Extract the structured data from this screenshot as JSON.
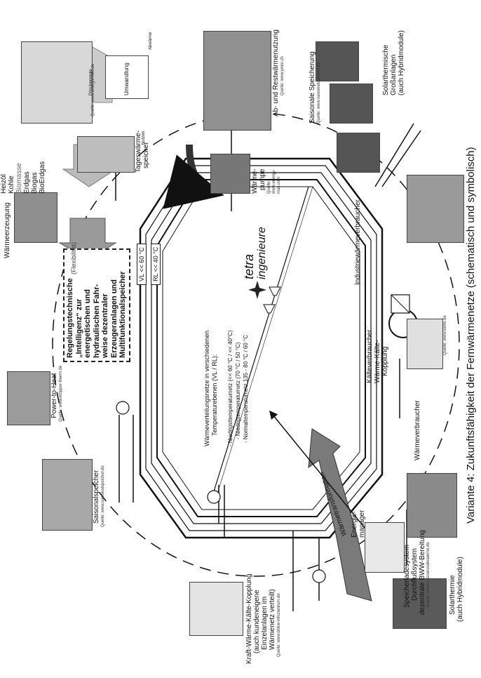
{
  "caption": "Variante 4: Zukunftsfähigkeit der Fernwärmenetze (schematisch und symbolisch)",
  "logo": {
    "line1": "tetra",
    "line2": "ingenieure"
  },
  "center_text": {
    "title1": "Wärmeverteilungsnetze in verschiedenen",
    "title2": "Temperaturebenen (VL / RL):",
    "item1": "- Niedrigsttemperaturnetz (<< 60 °C / << 40°C)",
    "item2": "- Niedrigtemperaturnetz (70 °C / 50 °C)",
    "item3": "- Normaltemperaturnetz 135 - 80 °C / 60 °C"
  },
  "vl_label": "VL << 60 °C",
  "rl_label": "RL << 40 °C",
  "arrow_label": "Wärmetransformation",
  "control_box": {
    "l1": "Regelungstechnische",
    "l2": "„Intelligenz“ zur",
    "l3": "energetischen und",
    "l4": "hydraulischen Fahr-",
    "l5": "weise dezentraler",
    "l6": "Erzeugeranlagen und",
    "l7": "Multifunktionalspeicher",
    "overlay": "(Flexibilität)"
  },
  "labels": {
    "waermeerzeugung": "Wärmeerzeugung",
    "fuels": [
      "Heizöl",
      "Kohle",
      "Biomasse",
      "Erdgas",
      "Biogas",
      "BioErdgas"
    ],
    "energie_quelle": "Quelle: www.energie-info.de",
    "tageswaerme_1": "Tageswärme-",
    "tageswaerme_2": "speicher",
    "umwandlung": "Umwandlung",
    "primaerenergie": "Primärenergie",
    "nutzen": "Nutzen",
    "abwaerme": "Abwärme",
    "abwaerme_title": "Ab- und Restwärmenutzung",
    "abwaerme_quelle": "Quelle: www.jenni.ch",
    "wp_1": "Wärme-",
    "wp_2": "pumpe",
    "wp_quelle_1": "Quelle:",
    "wp_quelle_2": "www.energy-",
    "wp_quelle_3": "mac.com",
    "saisonale_speicherung": "Saisonale Speicherung",
    "saisonale_speicherung_quelle": "Quelle: www.saisonalspeicher.de",
    "solar_gross_1": "Solarthermische",
    "solar_gross_2": "Großanlagen",
    "solar_gross_3": "(auch Hybridmodule)",
    "industrie": "Industriewärmeverbraucher",
    "kaelte_1": "Kälteverbraucher",
    "kaelte_2": "Wärme-Kälte-",
    "kaelte_3": "Kopplung",
    "kaelte_quelle": "Quelle: www.kwkk.de",
    "waermeverbraucher": "Wärmeverbraucher",
    "energiemanager_1": "Energie-",
    "energiemanager_2": "manager",
    "speicherlade_1": "Speicherladesystem",
    "speicherlade_2": "Durchflußsystem",
    "speicherlade_3": "dezentrale BWW-Bereitung",
    "speicherlade_quelle": "Quelle: www.wasserundwaerme.de",
    "solarthermie_1": "Solarthermie",
    "solarthermie_2": "(auch Hybridmodule)",
    "kwkk_1": "Kraft-Wärme-Kälte-Kopplung",
    "kwkk_2": "(auch kundeneigene",
    "kwkk_3": "Einzelanlagen im",
    "kwkk_4": "Wärmenetz verteilt)",
    "kwkk_quelle": "Quelle: www.bhkw-infozentrum.de",
    "saisonalspeicher": "Saisonalspeicher",
    "saisonalspeicher_quelle": "Quelle: www.saisonalspeicher.de",
    "p2h": "Power-to-Heat",
    "p2h_quelle": "Quelle: www.klöpper-therm.de"
  }
}
